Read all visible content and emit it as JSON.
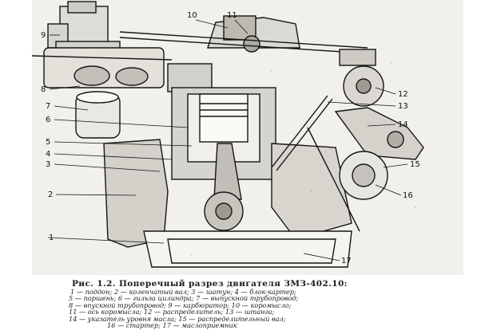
{
  "figure": {
    "callouts": [
      {
        "id": "c1",
        "text": "1"
      },
      {
        "id": "c2",
        "text": "2"
      },
      {
        "id": "c3",
        "text": "3"
      },
      {
        "id": "c4",
        "text": "4"
      },
      {
        "id": "c5",
        "text": "5"
      },
      {
        "id": "c6",
        "text": "6"
      },
      {
        "id": "c7",
        "text": "7"
      },
      {
        "id": "c8",
        "text": "8"
      },
      {
        "id": "c9",
        "text": "9"
      },
      {
        "id": "c10",
        "text": "10"
      },
      {
        "id": "c11",
        "text": "11"
      },
      {
        "id": "c12",
        "text": "12"
      },
      {
        "id": "c13",
        "text": "13"
      },
      {
        "id": "c14",
        "text": "14"
      },
      {
        "id": "c15",
        "text": "15"
      },
      {
        "id": "c16",
        "text": "16"
      },
      {
        "id": "c17",
        "text": "17"
      }
    ]
  },
  "caption": {
    "title": "Рис. 1.2. Поперечный разрез двигателя ЗМЗ-402.10:",
    "lines": [
      "1 — поддон; 2 — коленчатый вал; 3 — шатун; 4 — блок-картер;",
      "5 — поршень; 6 — гильза цилиндра; 7 — выпускной трубопровод;",
      "8 — впускной трубопровод; 9 — карбюратор; 10 — коромысло;",
      "11 — ось коромысла; 12 — распределитель; 13 — штанга;",
      "14 — указатель уровня масла; 15 — распределительный вал;",
      "16 — стартер; 17 — маслоприемник"
    ]
  }
}
